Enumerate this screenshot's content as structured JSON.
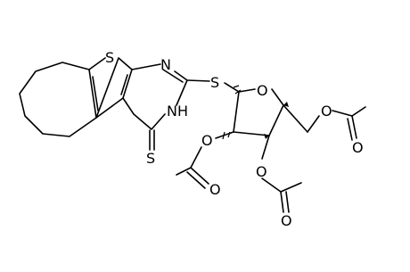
{
  "molecule": {
    "atom_labels": {
      "S_thiophene": "S",
      "N_ring": "N",
      "NH": "NH",
      "S_thione": "S",
      "S_link": "S",
      "O_furanose": "O",
      "O_c2_ester": "O",
      "O_c2_carbonyl": "O",
      "O_c3_ester": "O",
      "O_c3_carbonyl": "O",
      "O_c5_ester": "O",
      "O_c5_carbonyl": "O"
    },
    "colors": {
      "bond": "#000000",
      "label": "#000000",
      "background": "#ffffff"
    }
  }
}
